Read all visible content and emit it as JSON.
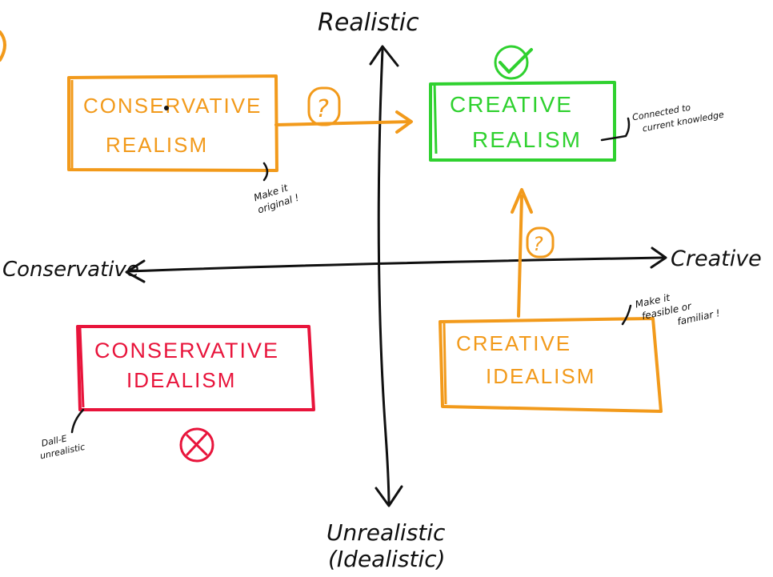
{
  "axes": {
    "top": "Realistic",
    "left": "Conservative",
    "right": "Creative",
    "bottom_line1": "Unrealistic",
    "bottom_line2": "(Idealistic)"
  },
  "quadrants": {
    "top_left": {
      "line1": "CONSERVATIVE",
      "line2": "REALISM",
      "note_line1": "Make it",
      "note_line2": "original !"
    },
    "top_right": {
      "line1": "CREATIVE",
      "line2": "REALISM",
      "note_line1": "Connected to",
      "note_line2": "current knowledge"
    },
    "bottom_left": {
      "line1": "CONSERVATIVE",
      "line2": "IDEALISM",
      "note_line1": "Dall-E",
      "note_line2": "unrealistic"
    },
    "bottom_right": {
      "line1": "CREATIVE",
      "line2": "IDEALISM",
      "note_line1": "Make it",
      "note_line2": "feasible or",
      "note_line3": "familiar !"
    }
  },
  "marks": {
    "question": "?",
    "check_icon": "checkmark-icon",
    "cross_icon": "cross-icon"
  },
  "colors": {
    "ink": "#111111",
    "orange": "#f29a1b",
    "green": "#2fd12f",
    "red": "#e8143b"
  }
}
